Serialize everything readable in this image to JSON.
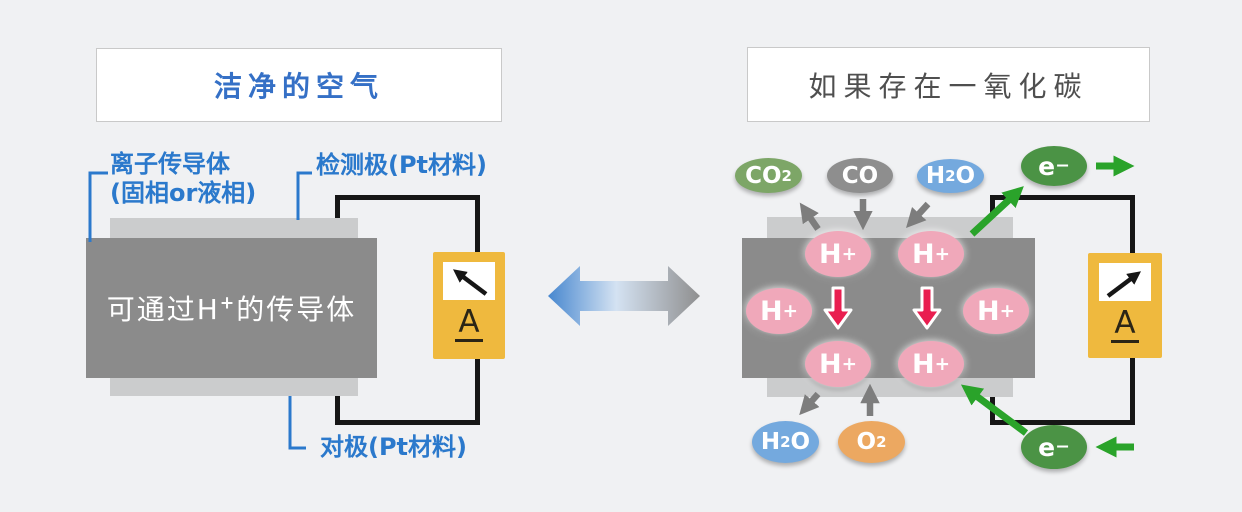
{
  "colors": {
    "bg": "#f0f1f3",
    "panel-border": "#c9c9c9",
    "title-blue": "#3570c6",
    "title-gray": "#4f4f4f",
    "label-blue": "#2b79cc",
    "block-gray": "#8b8b8b",
    "electrode-gray": "#cbcccd",
    "wire-black": "#161616",
    "meter-orange": "#efb93e",
    "meter-text": "#2b2516",
    "pink": "#f0a8ba",
    "red": "#e91e50",
    "green-light": "#7da667",
    "green-dark": "#4b9345",
    "green-arrow": "#2aa32a",
    "gray-arrow": "#7d7d7d",
    "blue-mol": "#74a9de",
    "orange-mol": "#eca861",
    "gray-mol": "#8e8e8e",
    "arrow-blue": "#4787cf",
    "arrow-mid": "#d4e2f2",
    "arrow-gray": "#8f8f8f"
  },
  "icons": {
    "center": "bidirectional-arrow",
    "meter": "analog-ammeter-needle",
    "flow_in_out": "straight-arrow",
    "ion_flow": "red-down-arrow"
  },
  "left_panel": {
    "title": "洁净的空气",
    "label_ion_conductor": {
      "line1": "离子传导体",
      "line2": "(固相or液相)"
    },
    "label_detection_electrode": "检测极(Pt材料)",
    "label_counter_electrode": "对极(Pt材料)",
    "block_text": {
      "pre": "可通过H",
      "sup": "+",
      "post": "的传导体"
    },
    "meter_label": "A"
  },
  "right_panel": {
    "title": "如果存在一氧化碳",
    "molecules_top": [
      {
        "name": "co2",
        "pre": "CO",
        "sub": "2"
      },
      {
        "name": "co",
        "pre": "CO"
      },
      {
        "name": "h2o",
        "pre": "H",
        "sub": "2",
        "post": "O"
      },
      {
        "name": "electron",
        "pre": "e",
        "sup": "−"
      }
    ],
    "ion": {
      "pre": "H",
      "sup": "+"
    },
    "molecules_bottom": [
      {
        "name": "h2o",
        "pre": "H",
        "sub": "2",
        "post": "O"
      },
      {
        "name": "o2",
        "pre": "O",
        "sub": "2"
      },
      {
        "name": "electron",
        "pre": "e",
        "sup": "−"
      }
    ],
    "meter_label": "A"
  }
}
